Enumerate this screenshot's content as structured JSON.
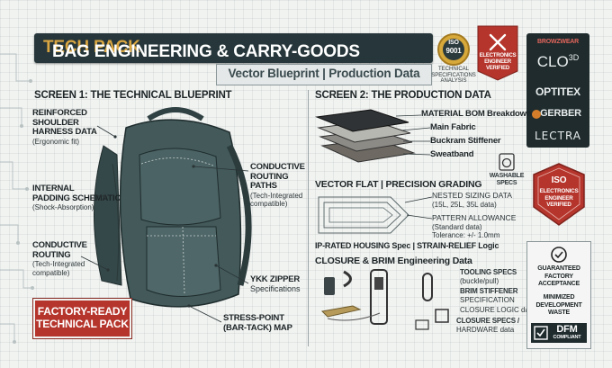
{
  "header": {
    "title_main": "BAG ENGINEERING & CARRY-GOODS",
    "title_highlight": "TECH PACK",
    "subtitle": "Vector Blueprint | Production Data"
  },
  "iso_seal": {
    "top": "ISO",
    "number": "9001",
    "caption_1": "TECHNICAL",
    "caption_2": "SPECIFICATIONS",
    "caption_3": "ANALYSIS"
  },
  "engineer_badge_top": {
    "line_1": "ELECTRONICS",
    "line_2": "ENGINEER",
    "line_3": "VERIFIED"
  },
  "software": [
    "CLO",
    "3D",
    "OPTITEX",
    "GERBER",
    "LECTRA"
  ],
  "software_logo_text": "BROWZWEAR",
  "screen1": {
    "heading": "SCREEN 1: THE TECHNICAL BLUEPRINT",
    "callouts": [
      {
        "title_1": "REINFORCED",
        "title_2": "SHOULDER",
        "title_3": "HARNESS DATA",
        "sub": "(Ergonomic fit)"
      },
      {
        "title_1": "INTERNAL",
        "title_2": "PADDING SCHEMATIC",
        "sub": "(Shock-Absorption)"
      },
      {
        "title_1": "CONDUCTIVE",
        "title_2": "ROUTING",
        "sub_1": "(Tech-Integrated",
        "sub_2": "compatible)"
      },
      {
        "title_1": "CONDUCTIVE",
        "title_2": "ROUTING",
        "title_3": "PATHS",
        "sub_1": "(Tech-Integrated",
        "sub_2": "compatible)"
      },
      {
        "title_1": "YKK ZIPPER",
        "sub": "Specifications"
      },
      {
        "title_1": "STRESS-POINT",
        "title_2": "(BAR-TACK) MAP"
      }
    ],
    "factory_badge": {
      "line_1": "FACTORY-READY",
      "line_2": "TECHNICAL PACK"
    }
  },
  "screen2": {
    "heading": "SCREEN 2: THE PRODUCTION DATA",
    "bom": [
      "MATERIAL BOM Breakdown",
      "Main Fabric",
      "Buckram Stiffener",
      "Sweatband"
    ],
    "washable": {
      "line_1": "WASHABLE",
      "line_2": "SPECS"
    },
    "vector_heading": "VECTOR FLAT | PRECISION GRADING",
    "nested": {
      "title": "NESTED SIZING DATA",
      "sub": "(15L, 25L, 35L data)"
    },
    "allowance": {
      "title": "PATTERN ALLOWANCE",
      "sub_1": "(Standard data)",
      "sub_2": "Tolerance: +/- 1.0mm"
    },
    "ip_line": "IP-RATED HOUSING Spec | STRAIN-RELIEF Logic",
    "closure_heading": "CLOSURE & BRIM Engineering Data",
    "closure_items": [
      {
        "line_1": "TOOLING SPECS",
        "line_2": "(buckle/pull)"
      },
      {
        "line_1": "BRIM STIFFENER",
        "line_2": "SPECIFICATION"
      },
      {
        "line_1": "CLOSURE LOGIC data"
      },
      {
        "line_1": "CLOSURE SPECS /",
        "line_2": "HARDWARE data"
      }
    ]
  },
  "engineer_badge_mid": {
    "top": "ISO",
    "line_1": "ELECTRONICS",
    "line_2": "ENGINEER",
    "line_3": "VERIFIED"
  },
  "factory_panel": {
    "line_1": "GUARANTEED",
    "line_2": "FACTORY",
    "line_3": "ACCEPTANCE",
    "line_4": "MINIMIZED",
    "line_5": "DEVELOPMENT",
    "line_6": "WASTE",
    "dfm": "DFM",
    "dfm_sub": "COMPLIANT"
  },
  "colors": {
    "dark": "#26363a",
    "accent": "#d9a641",
    "red": "#b5352c",
    "bag": "#3f5556"
  }
}
